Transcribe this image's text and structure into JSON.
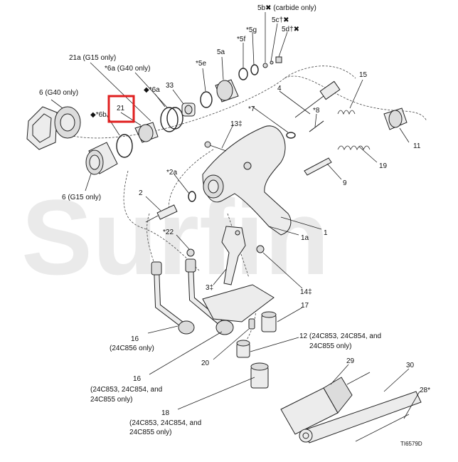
{
  "diagram": {
    "watermark": "Surfin",
    "figure_code": "TI6579D",
    "highlight_color": "#e02020",
    "labels": {
      "l_5b": "5b✖ (carbide only)",
      "l_5c": "5c†✖",
      "l_5d": "5d†✖",
      "l_5g": "*5g",
      "l_5f": "*5f",
      "l_5a": "5a",
      "l_5e": "*5e",
      "l_21a": "21a (G15 only)",
      "l_6a_g40": "*6a (G40 only)",
      "l_6a": "◆*6a",
      "l_33": "33",
      "l_6_g40": "6 (G40 only)",
      "l_21": "21",
      "l_6b": "◆*6b",
      "l_6_g15": "6 (G15 only)",
      "l_4": "4",
      "l_8": "*8",
      "l_15": "15",
      "l_7": "*7",
      "l_11": "11",
      "l_13": "13‡",
      "l_19": "19",
      "l_9": "9",
      "l_2a": "*2a",
      "l_2": "2",
      "l_1": "1",
      "l_1a": "1a",
      "l_22": "*22",
      "l_3": "3‡",
      "l_14": "14‡",
      "l_17": "17",
      "l_16a_num": "16",
      "l_16a_sub": "(24C856 only)",
      "l_12_a": "12 (24C853, 24C854, and",
      "l_12_b": "24C855 only)",
      "l_20": "20",
      "l_29": "29",
      "l_30": "30",
      "l_16b_num": "16",
      "l_16b_a": "(24C853, 24C854, and",
      "l_16b_b": "24C855 only)",
      "l_28": "28*",
      "l_18_num": "18",
      "l_18_a": "(24C853, 24C854, and",
      "l_18_b": "24C855 only)"
    }
  }
}
